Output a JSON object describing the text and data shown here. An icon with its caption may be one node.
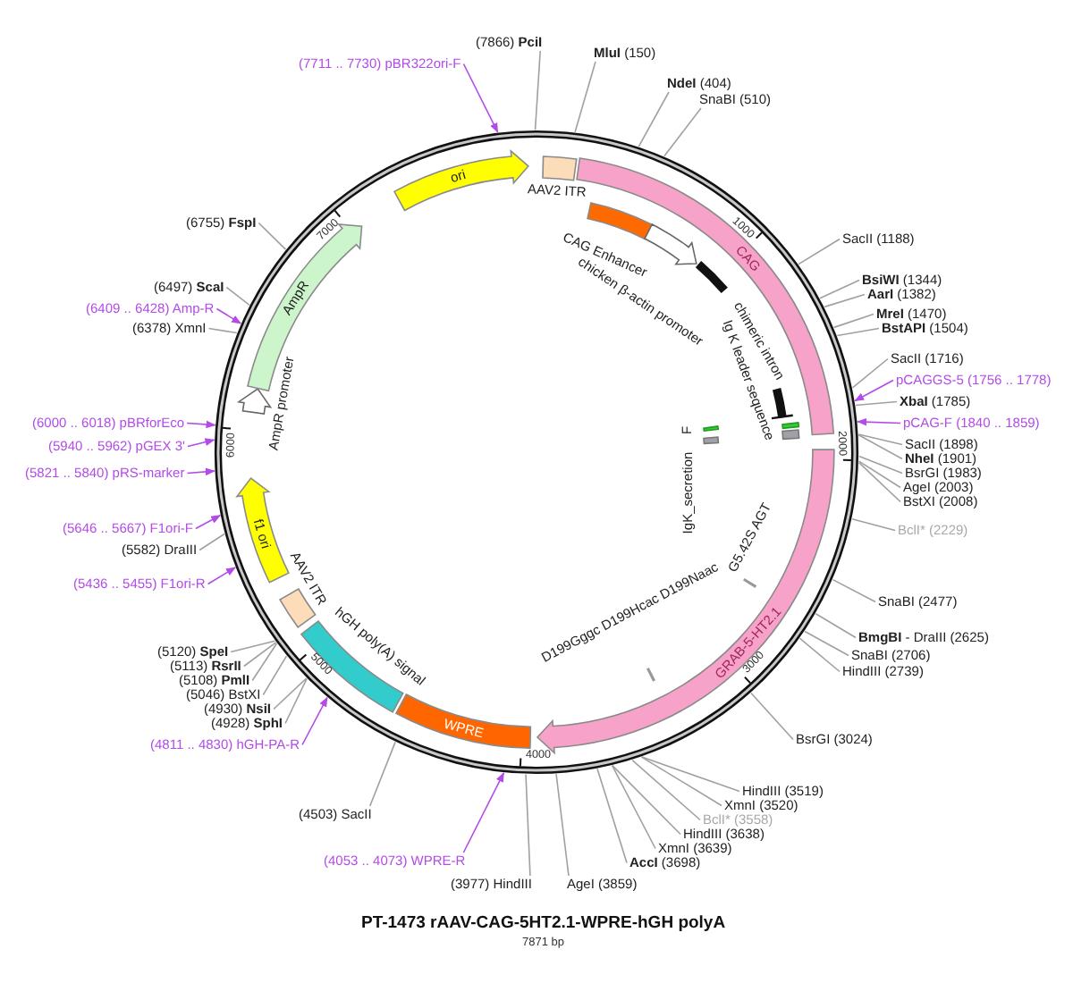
{
  "diagram": {
    "title": "PT-1473 rAAV-CAG-5HT2.1-WPRE-hGH polyA",
    "caption": "7871 bp",
    "nodes": [
      {
        "text": [],
        "shape": "circle"
      },
      {
        "text": [
          "AAV2 ITR"
        ],
        "in": 0
      },
      {
        "text": [
          "CAG"
        ],
        "in": 0
      },
      {
        "text": [
          "CAG Enhancer"
        ],
        "in": 0
      },
      {
        "text": [
          "chicken β-actin promoter"
        ],
        "in": 0
      },
      {
        "text": [
          "chimeric intron"
        ],
        "in": 0
      },
      {
        "text": [
          "Ig K leader sequence"
        ],
        "in": 0
      },
      {
        "text": [],
        "shape": "box",
        "in": 0
      },
      {
        "text": [],
        "shape": "box",
        "in": 0
      },
      {
        "text": [
          "F"
        ],
        "in": 0
      },
      {
        "text": [
          "IgK_secretion"
        ],
        "in": 0
      },
      {
        "text": [
          "G5.42S AGT"
        ],
        "in": 0
      },
      {
        "text": [
          "GRAB-5-HT2.1"
        ],
        "in": 0
      },
      {
        "text": [
          "D199Gggc D199Hcac D199Naac"
        ],
        "in": 0
      },
      {
        "text": [
          "WPRE"
        ],
        "in": 0
      },
      {
        "text": [
          "hGH poly(A) signal"
        ],
        "in": 0
      },
      {
        "text": [
          "AAV2 ITR"
        ],
        "in": 0
      },
      {
        "text": [
          "f1 ori"
        ],
        "in": 0
      },
      {
        "text": [
          "AmpR promoter"
        ],
        "in": 0
      },
      {
        "text": [
          "AmpR"
        ],
        "in": 0
      },
      {
        "text": [
          "ori"
        ],
        "in": 0
      },
      {
        "text": [
          "(7866) **PciI**"
        ]
      },
      {
        "text": [
          "**MluI** (150)"
        ]
      },
      {
        "text": [
          "**NdeI** (404)"
        ]
      },
      {
        "text": [
          "SnaBI (510)"
        ]
      },
      {
        "text": [
          "SacII (1188)"
        ]
      },
      {
        "text": [
          "**BsiWI** (1344)"
        ]
      },
      {
        "text": [
          "**AarI** (1382)"
        ]
      },
      {
        "text": [
          "**MreI** (1470)"
        ]
      },
      {
        "text": [
          "**BstAPI** (1504)"
        ]
      },
      {
        "text": [
          "SacII (1716)"
        ]
      },
      {
        "text": [
          "pCAGGS-5 (1756 .. 1778)"
        ]
      },
      {
        "text": [
          "**XbaI** (1785)"
        ]
      },
      {
        "text": [
          "pCAG-F (1840 .. 1859)"
        ]
      },
      {
        "text": [
          "SacII (1898)"
        ]
      },
      {
        "text": [
          "**NheI** (1901)"
        ]
      },
      {
        "text": [
          "BsrGI (1983)"
        ]
      },
      {
        "text": [
          "AgeI (2003)"
        ]
      },
      {
        "text": [
          "BstXI (2008)"
        ]
      },
      {
        "text": [
          "BclI* (2229)"
        ]
      },
      {
        "text": [
          "SnaBI (2477)"
        ]
      },
      {
        "text": [
          "**BmgBI** - DraIII (2625)"
        ]
      },
      {
        "text": [
          "SnaBI (2706)"
        ]
      },
      {
        "text": [
          "HindIII (2739)"
        ]
      },
      {
        "text": [
          "BsrGI (3024)"
        ]
      },
      {
        "text": [
          "HindIII (3519)"
        ]
      },
      {
        "text": [
          "XmnI (3520)"
        ]
      },
      {
        "text": [
          "BclI* (3558)"
        ]
      },
      {
        "text": [
          "HindIII (3638)"
        ]
      },
      {
        "text": [
          "XmnI (3639)"
        ]
      },
      {
        "text": [
          "**AccI** (3698)"
        ]
      },
      {
        "text": [
          "AgeI (3859)"
        ]
      },
      {
        "text": [
          "(3977) HindIII"
        ]
      },
      {
        "text": [
          "(4053 .. 4073) WPRE-R"
        ]
      },
      {
        "text": [
          "(4503) SacII"
        ]
      },
      {
        "text": [
          "(4811 .. 4830) hGH-PA-R"
        ]
      },
      {
        "text": [
          "(4928) **SphI**"
        ]
      },
      {
        "text": [
          "(4930) **NsiI**"
        ]
      },
      {
        "text": [
          "(5046) BstXI"
        ]
      },
      {
        "text": [
          "(5108) **PmlI**"
        ]
      },
      {
        "text": [
          "(5113) **RsrII**"
        ]
      },
      {
        "text": [
          "(5120) **SpeI**"
        ]
      },
      {
        "text": [
          "(5436 .. 5455) F1ori-R"
        ]
      },
      {
        "text": [
          "(5582) DraIII"
        ]
      },
      {
        "text": [
          "(5646 .. 5667) F1ori-F"
        ]
      },
      {
        "text": [
          "(5821 .. 5840) pRS-marker"
        ]
      },
      {
        "text": [
          "(5940 .. 5962) pGEX 3'"
        ]
      },
      {
        "text": [
          "(6000 .. 6018) pBRforEco"
        ]
      },
      {
        "text": [
          "(6378) XmnI"
        ]
      },
      {
        "text": [
          "(6409 .. 6428) Amp-R"
        ]
      },
      {
        "text": [
          "(6497) **ScaI**"
        ]
      },
      {
        "text": [
          "(6755) **FspI**"
        ]
      },
      {
        "text": [
          "(7711 .. 7730) pBR322ori-F"
        ]
      }
    ],
    "edges": [
      {
        "from": 21,
        "to": 0,
        "arrow": "none"
      },
      {
        "from": 22,
        "to": 0,
        "arrow": "none"
      },
      {
        "from": 23,
        "to": 0,
        "arrow": "none"
      },
      {
        "from": 24,
        "to": 0,
        "arrow": "none"
      },
      {
        "from": 25,
        "to": 0,
        "arrow": "none"
      },
      {
        "from": 26,
        "to": 0,
        "arrow": "none"
      },
      {
        "from": 27,
        "to": 0,
        "arrow": "none"
      },
      {
        "from": 28,
        "to": 0,
        "arrow": "none"
      },
      {
        "from": 29,
        "to": 0,
        "arrow": "none"
      },
      {
        "from": 30,
        "to": 0,
        "arrow": "none"
      },
      {
        "from": 31,
        "to": 0,
        "arrow": "to",
        "color": "#b24be8"
      },
      {
        "from": 32,
        "to": 0,
        "arrow": "none"
      },
      {
        "from": 33,
        "to": 0,
        "arrow": "to",
        "color": "#b24be8"
      },
      {
        "from": 34,
        "to": 0,
        "arrow": "none"
      },
      {
        "from": 35,
        "to": 0,
        "arrow": "none"
      },
      {
        "from": 36,
        "to": 0,
        "arrow": "none"
      },
      {
        "from": 37,
        "to": 0,
        "arrow": "none"
      },
      {
        "from": 38,
        "to": 0,
        "arrow": "none"
      },
      {
        "from": 39,
        "to": 0,
        "arrow": "none"
      },
      {
        "from": 40,
        "to": 0,
        "arrow": "none"
      },
      {
        "from": 41,
        "to": 0,
        "arrow": "none"
      },
      {
        "from": 42,
        "to": 0,
        "arrow": "none"
      },
      {
        "from": 43,
        "to": 0,
        "arrow": "none"
      },
      {
        "from": 44,
        "to": 0,
        "arrow": "none"
      },
      {
        "from": 45,
        "to": 0,
        "arrow": "none"
      },
      {
        "from": 46,
        "to": 0,
        "arrow": "none"
      },
      {
        "from": 47,
        "to": 0,
        "arrow": "none"
      },
      {
        "from": 48,
        "to": 0,
        "arrow": "none"
      },
      {
        "from": 49,
        "to": 0,
        "arrow": "none"
      },
      {
        "from": 50,
        "to": 0,
        "arrow": "none"
      },
      {
        "from": 51,
        "to": 0,
        "arrow": "none"
      },
      {
        "from": 52,
        "to": 0,
        "arrow": "none"
      },
      {
        "from": 53,
        "to": 0,
        "arrow": "to",
        "color": "#b24be8"
      },
      {
        "from": 54,
        "to": 0,
        "arrow": "none"
      },
      {
        "from": 55,
        "to": 0,
        "arrow": "to",
        "color": "#b24be8"
      },
      {
        "from": 56,
        "to": 0,
        "arrow": "none"
      },
      {
        "from": 57,
        "to": 0,
        "arrow": "none"
      },
      {
        "from": 58,
        "to": 0,
        "arrow": "none"
      },
      {
        "from": 59,
        "to": 0,
        "arrow": "none"
      },
      {
        "from": 60,
        "to": 0,
        "arrow": "none"
      },
      {
        "from": 61,
        "to": 0,
        "arrow": "none"
      },
      {
        "from": 62,
        "to": 0,
        "arrow": "to",
        "color": "#b24be8"
      },
      {
        "from": 63,
        "to": 0,
        "arrow": "none"
      },
      {
        "from": 64,
        "to": 0,
        "arrow": "to",
        "color": "#b24be8"
      },
      {
        "from": 65,
        "to": 0,
        "arrow": "to",
        "color": "#b24be8"
      },
      {
        "from": 66,
        "to": 0,
        "arrow": "to",
        "color": "#b24be8"
      },
      {
        "from": 67,
        "to": 0,
        "arrow": "to",
        "color": "#b24be8"
      },
      {
        "from": 68,
        "to": 0,
        "arrow": "none"
      },
      {
        "from": 69,
        "to": 0,
        "arrow": "to",
        "color": "#b24be8"
      },
      {
        "from": 70,
        "to": 0,
        "arrow": "none"
      },
      {
        "from": 71,
        "to": 0,
        "arrow": "none"
      },
      {
        "from": 72,
        "to": 0,
        "arrow": "to",
        "color": "#b24be8"
      }
    ],
    "labels": [
      "1000",
      "2000",
      "3000",
      "4000",
      "5000",
      "6000",
      "7000"
    ]
  }
}
